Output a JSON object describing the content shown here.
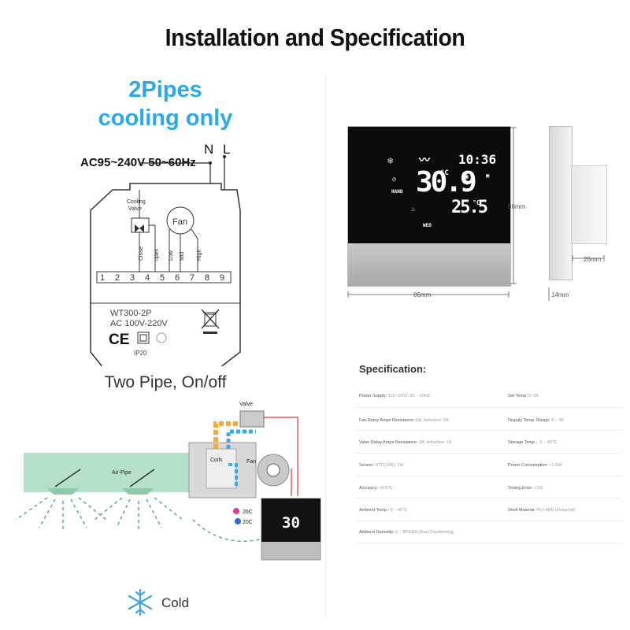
{
  "title": "Installation and Specification",
  "left": {
    "pipes_line1": "2Pipes",
    "pipes_line2": "cooling only",
    "supply": "AC95~240V 50~60Hz",
    "label_n": "N",
    "label_l": "L",
    "valve_caption_1": "Cooling",
    "valve_caption_2": "Valve",
    "fan_label": "Fan",
    "wire_labels": [
      "Close",
      "open",
      "Low",
      "Mid",
      "High"
    ],
    "terminals": [
      "1",
      "2",
      "3",
      "4",
      "5",
      "6",
      "7",
      "8",
      "9"
    ],
    "model": "WT300-2P",
    "voltage": "AC 100V-220V",
    "ce": "CE",
    "ip": "IP20",
    "two_pipe": "Two Pipe, On/off",
    "valve_label": "Valve",
    "air_pipe": "Air-Pipe",
    "fan_unit_label": "Fan",
    "coils_label": "Coils",
    "temp_hot": "26C",
    "temp_cold": "20C",
    "mini_display": "30",
    "cold_label": "Cold"
  },
  "right": {
    "display": {
      "big_temp": "30.9",
      "unit1": "°C",
      "small_temp": "25.5",
      "unit2": "°C",
      "clock": "10:36",
      "day": "WED",
      "mode": "HAND"
    },
    "dim_height": "86mm",
    "dim_width": "86mm",
    "dim_depth": "26mm",
    "dim_thick": "14mm",
    "spec_title": "Specification:",
    "spec_left": [
      {
        "label": "Power Supply:",
        "value": "110~220V, 50 ~ 60HZ"
      },
      {
        "label": "Fan Relay Amps Resistance:",
        "value": "5A, Inductive: 3A"
      },
      {
        "label": "Valve Relay Amps Resistance:",
        "value": "3A, Inductive: 1A"
      },
      {
        "label": "Sensor:",
        "value": "NTC(10K), 1W"
      },
      {
        "label": "Accuracy:",
        "value": "±0.5℃"
      },
      {
        "label": "Ambient Temp.:",
        "value": "0 ~ 45℃"
      },
      {
        "label": "Ambient Humidity:",
        "value": "5 ~ 85%RH (Non Condensing)"
      }
    ],
    "spec_right": [
      {
        "label": "Set Temp:",
        "value": "5~35"
      },
      {
        "label": "Dispaly Temp. Range:",
        "value": "5 ~ 99"
      },
      {
        "label": "Storage Temp.:",
        "value": "-5 ~ 45℃"
      },
      {
        "label": "Power Consumption:",
        "value": "<1.5W"
      },
      {
        "label": "Timing Error:",
        "value": "<1%"
      },
      {
        "label": "Shell Material:",
        "value": "PC+ABS (Fireproof)"
      }
    ]
  },
  "colors": {
    "accent": "#2ba9e6",
    "pipe_orange": "#f4a93c",
    "pipe_blue": "#3fa9e8"
  }
}
